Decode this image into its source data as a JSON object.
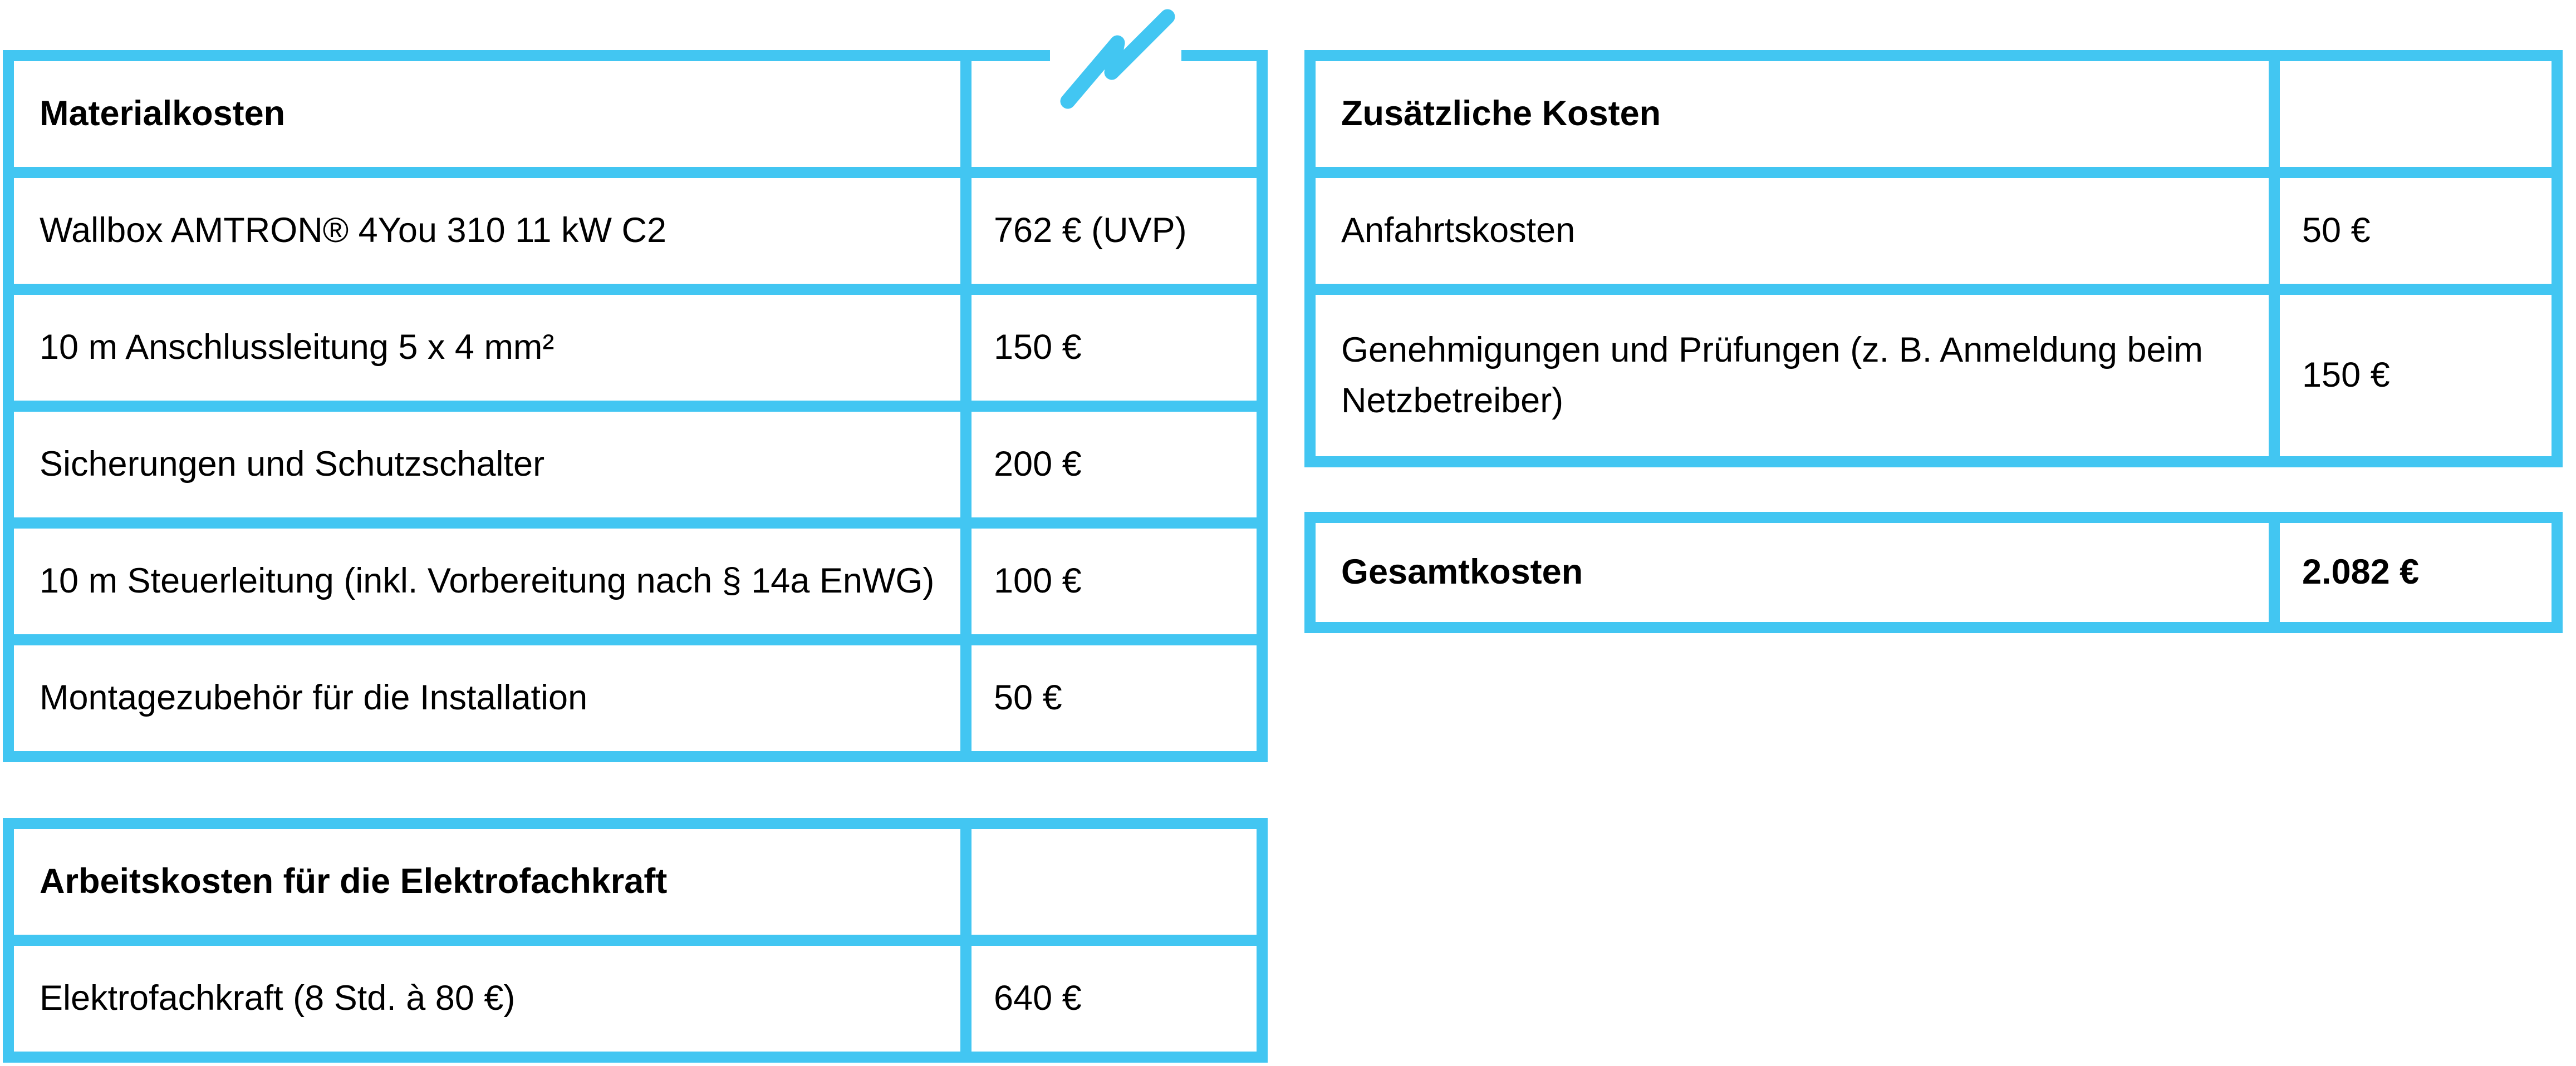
{
  "colors": {
    "accent": "#42c6f2",
    "text": "#000000",
    "background": "#ffffff"
  },
  "icon": {
    "name": "lightning-bolt"
  },
  "material_table": {
    "header": "Materialkosten",
    "rows": [
      {
        "label": "Wallbox AMTRON® 4You 310 11 kW C2",
        "value": "762 € (UVP)"
      },
      {
        "label": "10 m Anschlussleitung 5 x 4 mm²",
        "value": "150 €"
      },
      {
        "label": "Sicherungen und Schutzschalter",
        "value": "200 €"
      },
      {
        "label": "10 m Steuerleitung (inkl. Vorbereitung nach § 14a EnWG)",
        "value": "100 €"
      },
      {
        "label": "Montagezubehör für die Installation",
        "value": "50 €"
      }
    ]
  },
  "labor_table": {
    "header": "Arbeitskosten für die Elektrofachkraft",
    "rows": [
      {
        "label": "Elektrofachkraft (8 Std. à 80 €)",
        "value": "640 €"
      }
    ]
  },
  "additional_table": {
    "header": "Zusätzliche Kosten",
    "rows": [
      {
        "label": "Anfahrtskosten",
        "value": "50 €"
      },
      {
        "label": "Genehmigungen und Prüfungen (z. B. Anmeldung beim Netzbetreiber)",
        "value": "150 €"
      }
    ]
  },
  "total_table": {
    "label": "Gesamtkosten",
    "value": "2.082 €"
  }
}
